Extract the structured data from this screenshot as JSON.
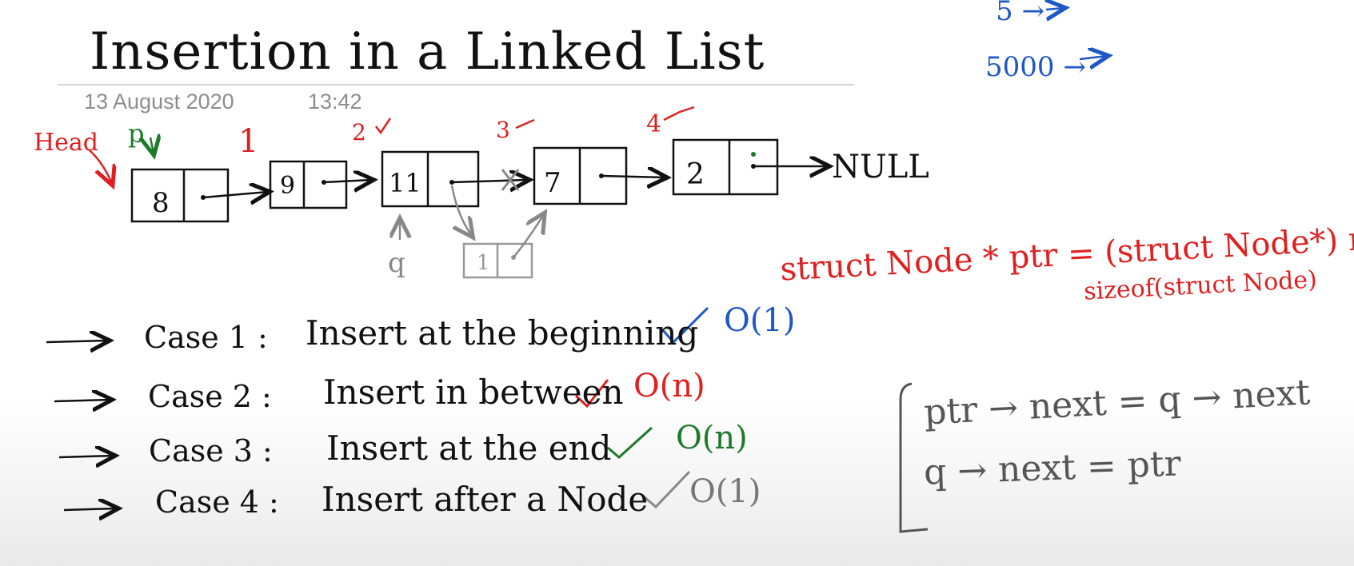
{
  "title": "Insertion in a Linked List",
  "date": "13 August 2020",
  "time": "13:42",
  "diagram": {
    "head_label": "Head",
    "p_label": "p",
    "q_label": "q",
    "null_label": "NULL",
    "nodes": [
      "8",
      "9",
      "11",
      "7",
      "2"
    ],
    "new_node": "1",
    "node_numbers": [
      "1",
      "2",
      "3",
      "4"
    ]
  },
  "cases": [
    {
      "label": "Case 1 :",
      "text": "Insert at the beginning",
      "complexity": "O(1)",
      "color": "#1f57c7"
    },
    {
      "label": "Case 2 :",
      "text": "Insert in between",
      "complexity": "O(n)",
      "color": "#e02020"
    },
    {
      "label": "Case 3 :",
      "text": "Insert at the end",
      "complexity": "O(n)",
      "color": "#1d7a2a"
    },
    {
      "label": "Case 4 :",
      "text": "Insert after a Node",
      "complexity": "O(1)",
      "color": "#777777"
    }
  ],
  "code": {
    "malloc_line1": "struct Node * ptr = (struct Node*) malloc(",
    "malloc_line2": "sizeof(struct Node)",
    "line1": "ptr → next = q → next",
    "line2": "q → next = ptr"
  },
  "corner": {
    "line1": "5 →",
    "line2": "5000 →"
  }
}
